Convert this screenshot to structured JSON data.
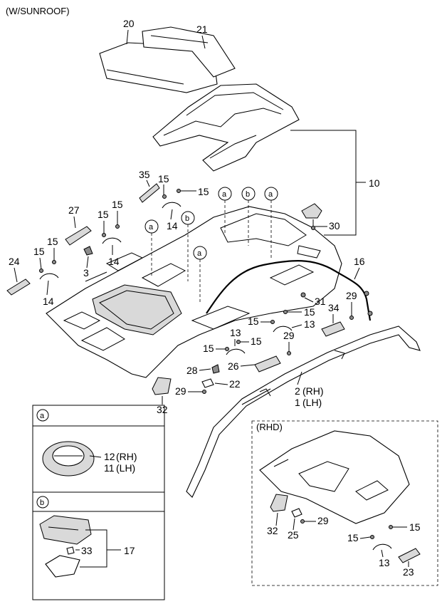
{
  "header": {
    "variant": "(W/SUNROOF)",
    "rhd": "(RHD)"
  },
  "parts": {
    "p20": "20",
    "p21": "21",
    "p10": "10",
    "p35": "35",
    "p15a": "15",
    "p15b": "15",
    "p27": "27",
    "p15c": "15",
    "p15d": "15",
    "p14a": "14",
    "p15e": "15",
    "p15f": "15",
    "p14b": "14",
    "p24": "24",
    "p3": "3",
    "p14c": "14",
    "p30": "30",
    "p16": "16",
    "p31": "31",
    "p29a": "29",
    "p34": "34",
    "p15g": "15",
    "p15h": "15",
    "p13a": "13",
    "p13b": "13",
    "p29b": "29",
    "p15i": "15",
    "p15j": "15",
    "p28": "28",
    "p26": "26",
    "p22": "22",
    "p29c": "29",
    "p32": "32",
    "p2": "2",
    "p1": "1",
    "p12": "12",
    "p11": "11",
    "p33": "33",
    "p17": "17",
    "rhd32": "32",
    "rhd25": "25",
    "rhd29": "29",
    "rhd15a": "15",
    "rhd15b": "15",
    "rhd13": "13",
    "rhd23": "23"
  },
  "side": {
    "rh": "(RH)",
    "lh": "(LH)"
  },
  "callouts": {
    "a": "a",
    "b": "b"
  }
}
